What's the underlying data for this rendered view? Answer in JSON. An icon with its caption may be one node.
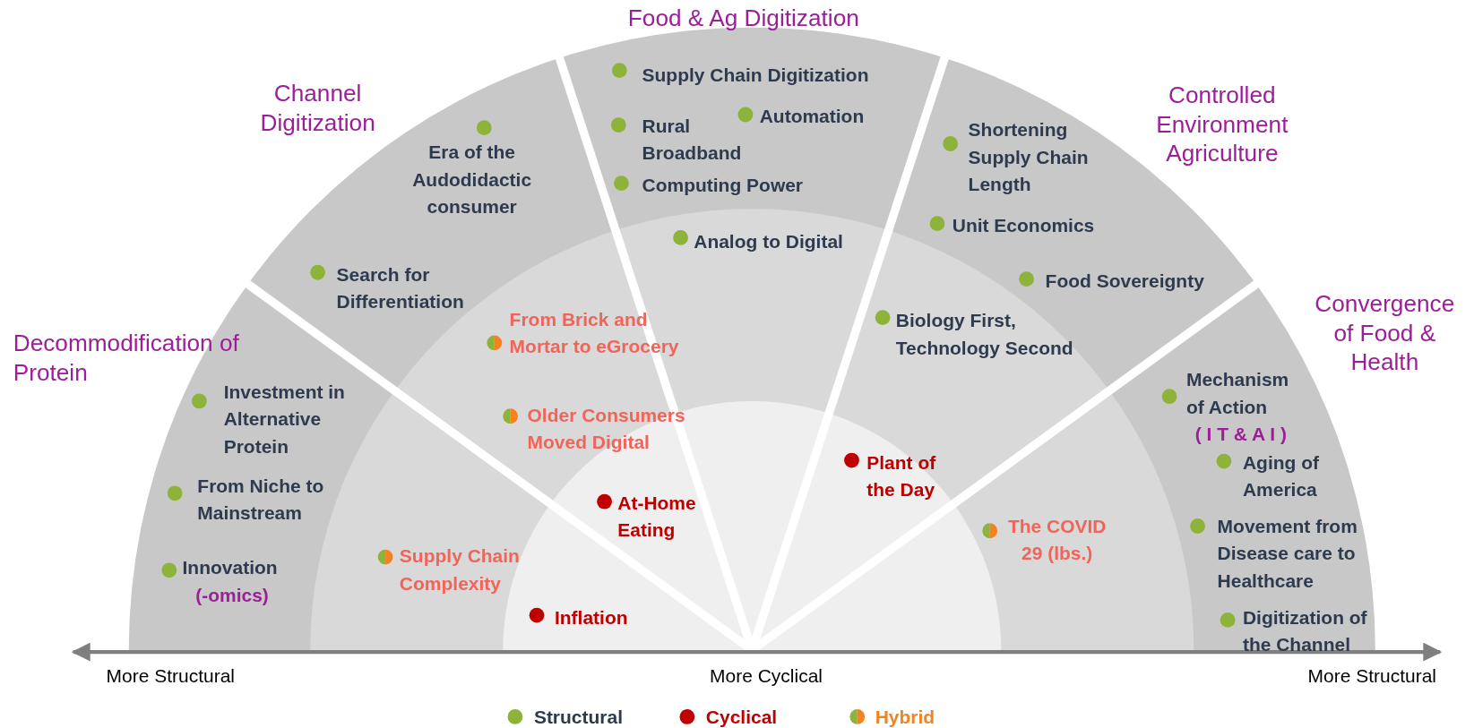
{
  "diagram": {
    "labels": [
      "Food & Ag Digitization",
      "Channel Digitization",
      "Supply Chain Digitization",
      "Controlled Environment Agriculture",
      "Automation",
      "Rural Broadband",
      "Era of the Audodidactic consumer",
      "Shortening Supply Chain Length",
      "Computing Power",
      "Unit Economics",
      "Analog to Digital",
      "Search for Differentiation",
      "Food Sovereignty",
      "From Brick and Mortar to eGrocery",
      "Convergence of Food & Health",
      "Decommodification of Protein",
      "Biology First, Technology Second",
      "Investment in Alternative Protein",
      "Mechanism of Action",
      "Older Consumers Moved Digital",
      "( I T & A I )",
      "Plant of the Day",
      "Aging of America",
      "From Niche to Mainstream",
      "At-Home Eating",
      "The COVID 29 (lbs.)",
      "Movement from Disease care to Healthcare",
      "Innovation",
      "Supply Chain Complexity",
      "(-omics)",
      "Inflation",
      "Digitization of the Channel",
      "More Structural",
      "More Cyclical",
      "More Structural"
    ],
    "legend": [
      {
        "text": "Structural",
        "color": "#8db33a"
      },
      {
        "text": "Cyclical",
        "color": "#c00000"
      },
      {
        "text": "Hybrid"
      }
    ]
  }
}
